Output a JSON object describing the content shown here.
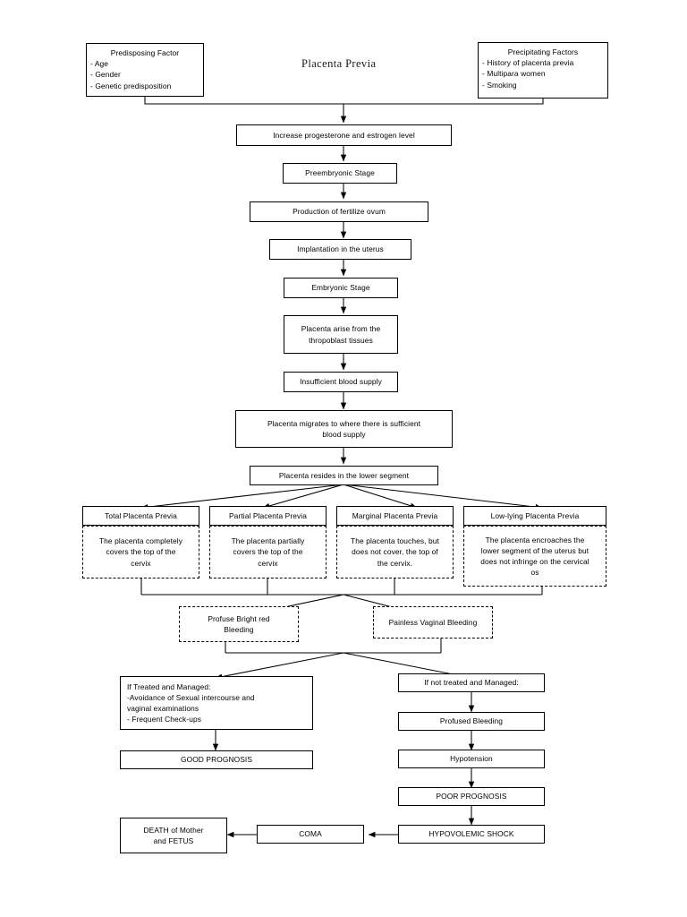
{
  "title": "Placenta Previa",
  "diagram": {
    "type": "flowchart",
    "orientation": "top-to-bottom",
    "border_color": "#000000",
    "background_color": "#ffffff"
  },
  "factors": {
    "predisposing": {
      "heading": "Predisposing Factor",
      "items": [
        "- Age",
        "- Gender",
        "- Genetic predisposition"
      ]
    },
    "precipitating": {
      "heading": "Precipitating Factors",
      "items": [
        "- History of placenta previa",
        "- Multipara women",
        "- Smoking"
      ]
    }
  },
  "chain": {
    "hormone": "Increase progesterone and estrogen level",
    "preembryonic": "Preembryonic Stage",
    "ovum": "Production of fertilize ovum",
    "implantation": "Implantation in the uterus",
    "embryonic": "Embryonic Stage",
    "trophoblast": "Placenta arise from the\nthropoblast tissues",
    "insufficient": "Insufficient blood supply",
    "migrates": "Placenta migrates to where there is sufficient\nblood supply",
    "resides": "Placenta resides in the lower segment"
  },
  "types": [
    {
      "label": "Total Placenta Previa",
      "description": "The placenta completely\ncovers the top of the\ncervix"
    },
    {
      "label": "Partial Placenta Previa",
      "description": "The placenta partially\ncovers the top of the\ncervix"
    },
    {
      "label": "Marginal Placenta Previa",
      "description": "The placenta touches, but\ndoes not cover, the top of\nthe cervix."
    },
    {
      "label": "Low-lying Placenta Previa",
      "description": "The placenta encroaches the\nlower segment of the uterus but\ndoes not infringe on the cervical\nos"
    }
  ],
  "symptoms": {
    "profuse": "Profuse Bright red\nBleeding",
    "painless": "Painless Vaginal Bleeding"
  },
  "outcomes": {
    "treated": "If Treated and Managed:\n-Avoidance of Sexual intercourse and\nvaginal examinations\n- Frequent Check-ups",
    "good_prognosis": "GOOD PROGNOSIS",
    "not_treated": "If not treated and Managed:",
    "profused_bleeding": "Profused Bleeding",
    "hypotension": "Hypotension",
    "poor_prognosis": "POOR PROGNOSIS",
    "hypovolemic_shock": "HYPOVOLEMIC SHOCK",
    "coma": "COMA",
    "death": "DEATH of Mother\nand FETUS"
  }
}
